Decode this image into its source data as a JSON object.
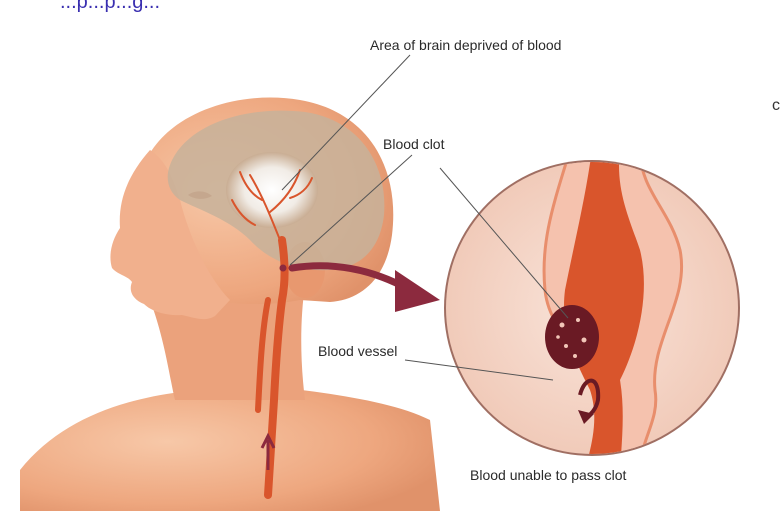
{
  "header": {
    "partial_title": "...p...p...g..."
  },
  "side_fragment": "c",
  "labels": {
    "brain_area": "Area of brain deprived of blood",
    "clot": "Blood clot",
    "vessel": "Blood vessel",
    "blocked_flow": "Blood unable to pass clot"
  },
  "colors": {
    "skin": "#f2b08c",
    "brain": "#c7a98d",
    "artery": "#d9552c",
    "arrow": "#8c2a3e",
    "clot": "#6a1a24",
    "magnifier_bg": "#f7dcd0"
  }
}
